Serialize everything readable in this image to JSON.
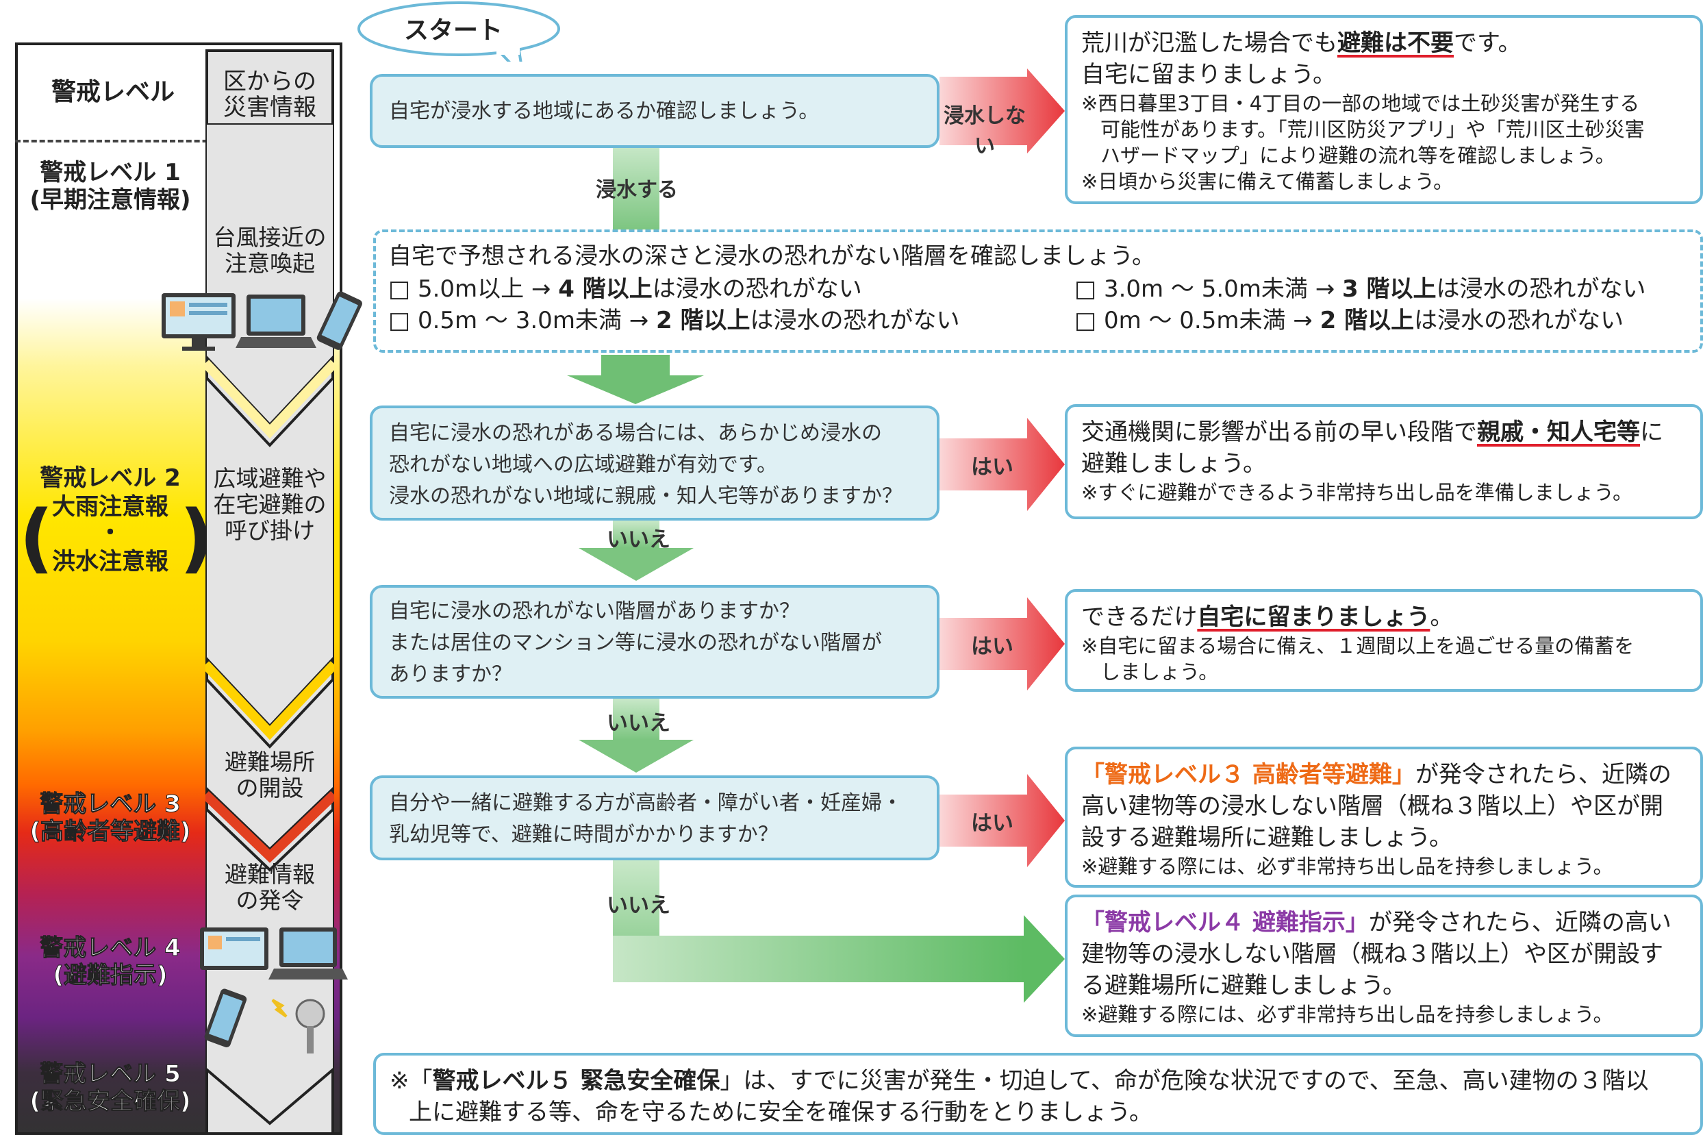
{
  "start_label": "スタート",
  "levels_header": {
    "level": "警戒レベル",
    "ward_info": "区からの\n災害情報"
  },
  "levels": [
    {
      "title": "警戒レベル 1",
      "sub": "(早期注意情報)"
    },
    {
      "title": "警戒レベル 2",
      "sub1": "大雨注意報",
      "dot": "・",
      "sub2": "洪水注意報"
    },
    {
      "title": "警戒レベル 3",
      "sub": "(高齢者等避難)"
    },
    {
      "title": "警戒レベル 4",
      "sub": "(避難指示)"
    },
    {
      "title": "警戒レベル 5",
      "sub": "(緊急安全確保)"
    }
  ],
  "ward_infos": [
    "台風接近の\n注意喚起",
    "広域避難や\n在宅避難の\n呼び掛け",
    "避難場所\nの開設",
    "避難情報\nの発令"
  ],
  "q1": {
    "text": "自宅が浸水する地域にあるか確認しましょう。",
    "no_label": "浸水しない",
    "yes_label": "浸水する"
  },
  "a1": {
    "line1a": "荒川が氾濫した場合でも",
    "line1b": "避難は不要",
    "line1c": "です。",
    "line2": "自宅に留まりましょう。",
    "note1": "※西日暮里3丁目・4丁目の一部の地域では土砂災害が発生する",
    "note2": "可能性があります。「荒川区防災アプリ」や「荒川区土砂災害",
    "note3": "ハザードマップ」により避難の流れ等を確認しましょう。",
    "note4": "※日頃から災害に備えて備蓄しましょう。"
  },
  "depth_check": {
    "title": "自宅で予想される浸水の深さと浸水の恐れがない階層を確認しましょう。",
    "items": [
      {
        "box": "□",
        "range": "5.0m以上 → ",
        "floor": "4 階以上",
        "rest": "は浸水の恐れがない"
      },
      {
        "box": "□",
        "range": "3.0m ～ 5.0m未満 → ",
        "floor": "3 階以上",
        "rest": "は浸水の恐れがない"
      },
      {
        "box": "□",
        "range": "0.5m ～ 3.0m未満 → ",
        "floor": "2 階以上",
        "rest": "は浸水の恐れがない"
      },
      {
        "box": "□",
        "range": "0m ～ 0.5m未満 → ",
        "floor": "2 階以上",
        "rest": "は浸水の恐れがない"
      }
    ]
  },
  "q2": {
    "line1": "自宅に浸水の恐れがある場合には、あらかじめ浸水の",
    "line2": "恐れがない地域への広域避難が有効です。",
    "line3": "浸水の恐れがない地域に親戚・知人宅等がありますか？",
    "yes": "はい",
    "no": "いいえ"
  },
  "a2": {
    "line1a": "交通機関に影響が出る前の早い段階で",
    "line1b": "親戚・知人宅等",
    "line1c": "に",
    "line2": "避難しましょう。",
    "note": "※すぐに避難ができるよう非常持ち出し品を準備しましょう。"
  },
  "q3": {
    "line1": "自宅に浸水の恐れがない階層がありますか？",
    "line2": "または居住のマンション等に浸水の恐れがない階層が",
    "line3": "ありますか？",
    "yes": "はい",
    "no": "いいえ"
  },
  "a3": {
    "line1a": "できるだけ",
    "line1b": "自宅に留まりましょう",
    "line1c": "。",
    "note1": "※自宅に留まる場合に備え、１週間以上を過ごせる量の備蓄を",
    "note2": "しましょう。"
  },
  "q4": {
    "line1": "自分や一緒に避難する方が高齢者・障がい者・妊産婦・",
    "line2": "乳幼児等で、避難に時間がかかりますか？",
    "yes": "はい",
    "no": "いいえ"
  },
  "a4": {
    "hl": "「警戒レベル３ 高齢者等避難」",
    "line1": "が発令されたら、近隣の",
    "line2": "高い建物等の浸水しない階層（概ね３階以上）や区が開",
    "line3": "設する避難場所に避難しましょう。",
    "note": "※避難する際には、必ず非常持ち出し品を持参しましょう。"
  },
  "a5": {
    "hl": "「警戒レベル４ 避難指示」",
    "line1": "が発令されたら、近隣の高い",
    "line2": "建物等の浸水しない階層（概ね３階以上）や区が開設す",
    "line3": "る避難場所に避難しましょう。",
    "note": "※避難する際には、必ず非常持ち出し品を持参しましょう。"
  },
  "final": {
    "pre": "※「",
    "hl": "警戒レベル５ 緊急安全確保",
    "line1": "」は、すでに災害が発生・切迫して、命が危険な状況ですので、至急、高い建物の３階以",
    "line2": "上に避難する等、命を守るために安全を確保する行動をとりましょう。"
  },
  "colors": {
    "box_border": "#6cb9d8",
    "box_fill": "#dff0f4",
    "arrow_red": "#e8383d",
    "arrow_green": "#7cc580",
    "accent_orange": "#ee6a16",
    "accent_purple": "#8b3aa6"
  }
}
